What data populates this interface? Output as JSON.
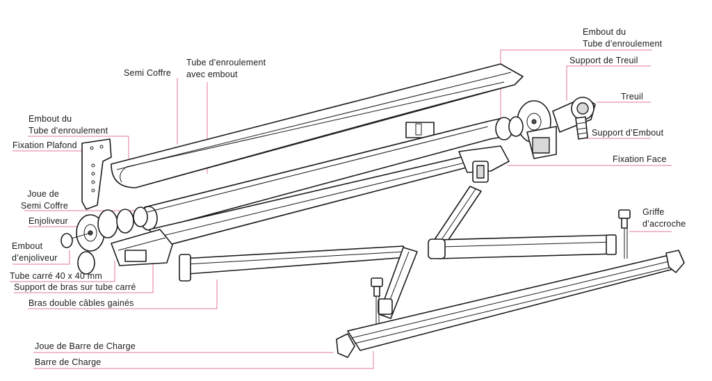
{
  "labels": {
    "semi_coffre": "Semi Coffre",
    "tube_enroulement_1": "Tube d’enroulement",
    "tube_enroulement_2": "avec embout",
    "embout_tube_right_1": "Embout du",
    "embout_tube_right_2": "Tube d’enroulement",
    "support_treuil": "Support de Treuil",
    "treuil": "Treuil",
    "support_embout": "Support d’Embout",
    "fixation_face": "Fixation Face",
    "embout_tube_left_1": "Embout du",
    "embout_tube_left_2": "Tube d’enroulement",
    "fixation_plafond": "Fixation Plafond",
    "joue_semi_coffre_1": "Joue de",
    "joue_semi_coffre_2": "Semi Coffre",
    "enjoliveur": "Enjoliveur",
    "embout_enjoliveur_1": "Embout",
    "embout_enjoliveur_2": "d’enjoliveur",
    "tube_carre": "Tube carré 40 x 40 mm",
    "support_bras": "Support de bras sur tube carré",
    "bras_double": "Bras double câbles gainés",
    "griffe_1": "Griffe",
    "griffe_2": "d’accroche",
    "joue_barre": "Joue de Barre de Charge",
    "barre_charge": "Barre de Charge"
  },
  "colors": {
    "leader_line": "#e07a92",
    "outline": "#1a1a1a",
    "label_text": "#1a1a1a"
  }
}
